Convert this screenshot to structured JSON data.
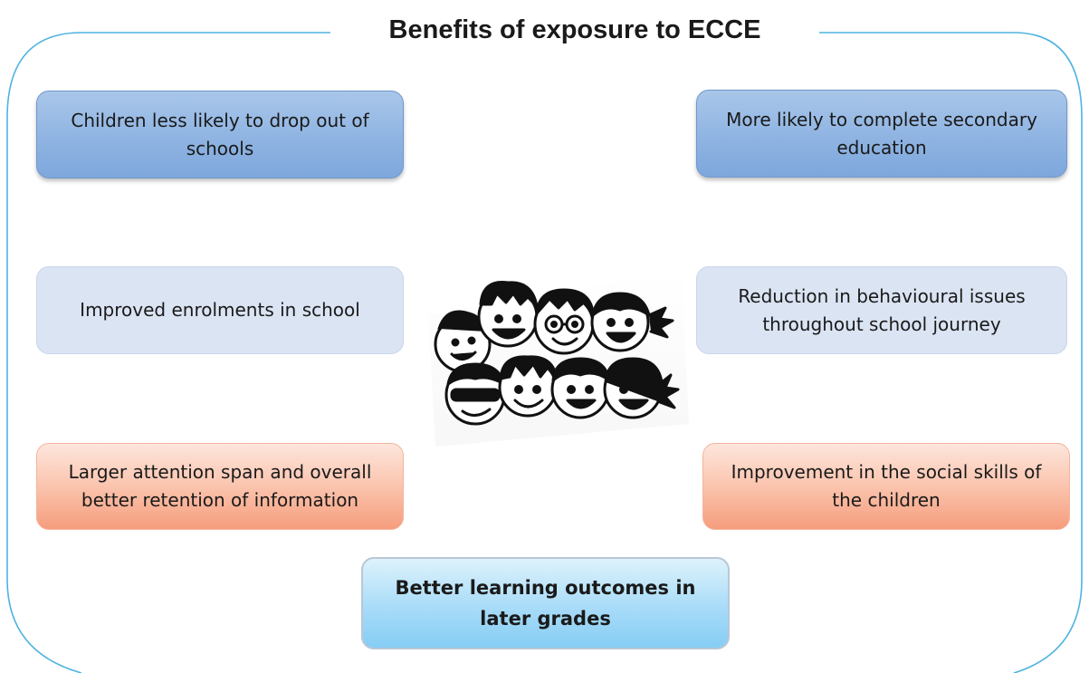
{
  "title": "Benefits of exposure to ECCE",
  "boxes": {
    "drop_out": "Children less likely to drop out of schools",
    "secondary": "More likely to complete secondary education",
    "enrolments": "Improved enrolments in school",
    "behaviour": "Reduction in behavioural issues throughout school journey",
    "attention": "Larger attention span and overall better retention of information",
    "social": "Improvement in the social skills of the children",
    "outcome": "Better learning outcomes in later grades"
  },
  "colors": {
    "frame": "#4fb3e0",
    "blue_box": "#8fb4e2",
    "pale_box": "#dbe4f3",
    "orange_box": "#f8a98a",
    "cyan_box": "#a8dcf8"
  },
  "illustration": "children-faces-sketch"
}
